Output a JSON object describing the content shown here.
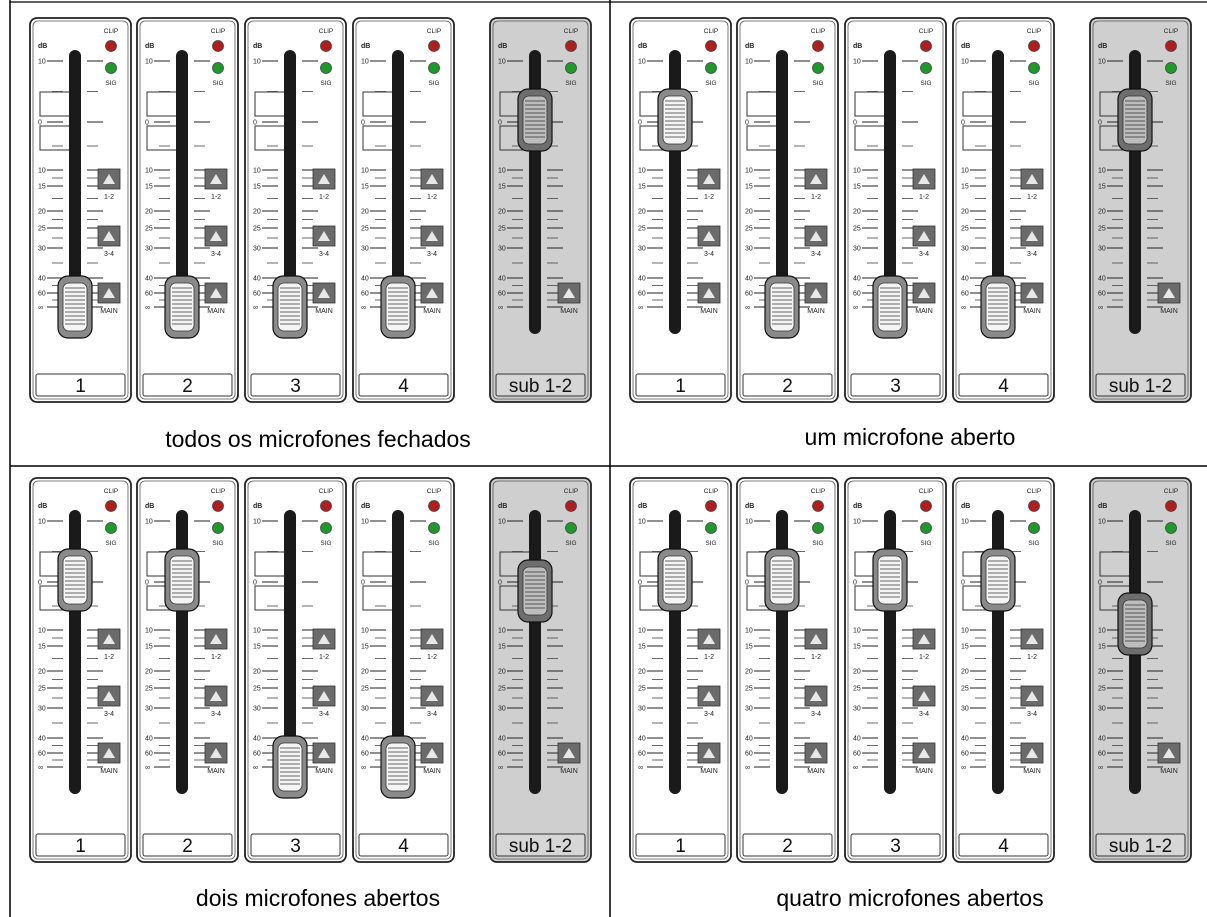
{
  "scale": {
    "db_label": "dB",
    "ticks": [
      "10",
      "0",
      "10",
      "15",
      "20",
      "25",
      "30",
      "40",
      "60",
      "∞"
    ]
  },
  "indicators": {
    "clip_label": "CLIP",
    "sig_label": "SIG"
  },
  "assign_labels": [
    "1-2",
    "3-4",
    "MAIN"
  ],
  "colors": {
    "clip_led": "#b01e1e",
    "sig_led": "#1e9a2a",
    "assign_button": "#6b6b6b",
    "sub_panel_bg": "#cfcfcf",
    "channel_panel_bg": "#ffffff"
  },
  "panels": [
    {
      "caption": "todos os microfones fechados",
      "channels": [
        {
          "label": "1",
          "fader": "off"
        },
        {
          "label": "2",
          "fader": "off"
        },
        {
          "label": "3",
          "fader": "off"
        },
        {
          "label": "4",
          "fader": "off"
        }
      ],
      "sub": {
        "label": "sub 1-2",
        "fader": "0"
      }
    },
    {
      "caption": "um microfone aberto",
      "channels": [
        {
          "label": "1",
          "fader": "0"
        },
        {
          "label": "2",
          "fader": "off"
        },
        {
          "label": "3",
          "fader": "off"
        },
        {
          "label": "4",
          "fader": "off"
        }
      ],
      "sub": {
        "label": "sub 1-2",
        "fader": "0"
      }
    },
    {
      "caption": "dois microfones abertos",
      "channels": [
        {
          "label": "1",
          "fader": "0"
        },
        {
          "label": "2",
          "fader": "0"
        },
        {
          "label": "3",
          "fader": "off"
        },
        {
          "label": "4",
          "fader": "off"
        }
      ],
      "sub": {
        "label": "sub 1-2",
        "fader": "-3"
      }
    },
    {
      "caption": "quatro microfones abertos",
      "channels": [
        {
          "label": "1",
          "fader": "0"
        },
        {
          "label": "2",
          "fader": "0"
        },
        {
          "label": "3",
          "fader": "0"
        },
        {
          "label": "4",
          "fader": "0"
        }
      ],
      "sub": {
        "label": "sub 1-2",
        "fader": "-6"
      }
    }
  ]
}
